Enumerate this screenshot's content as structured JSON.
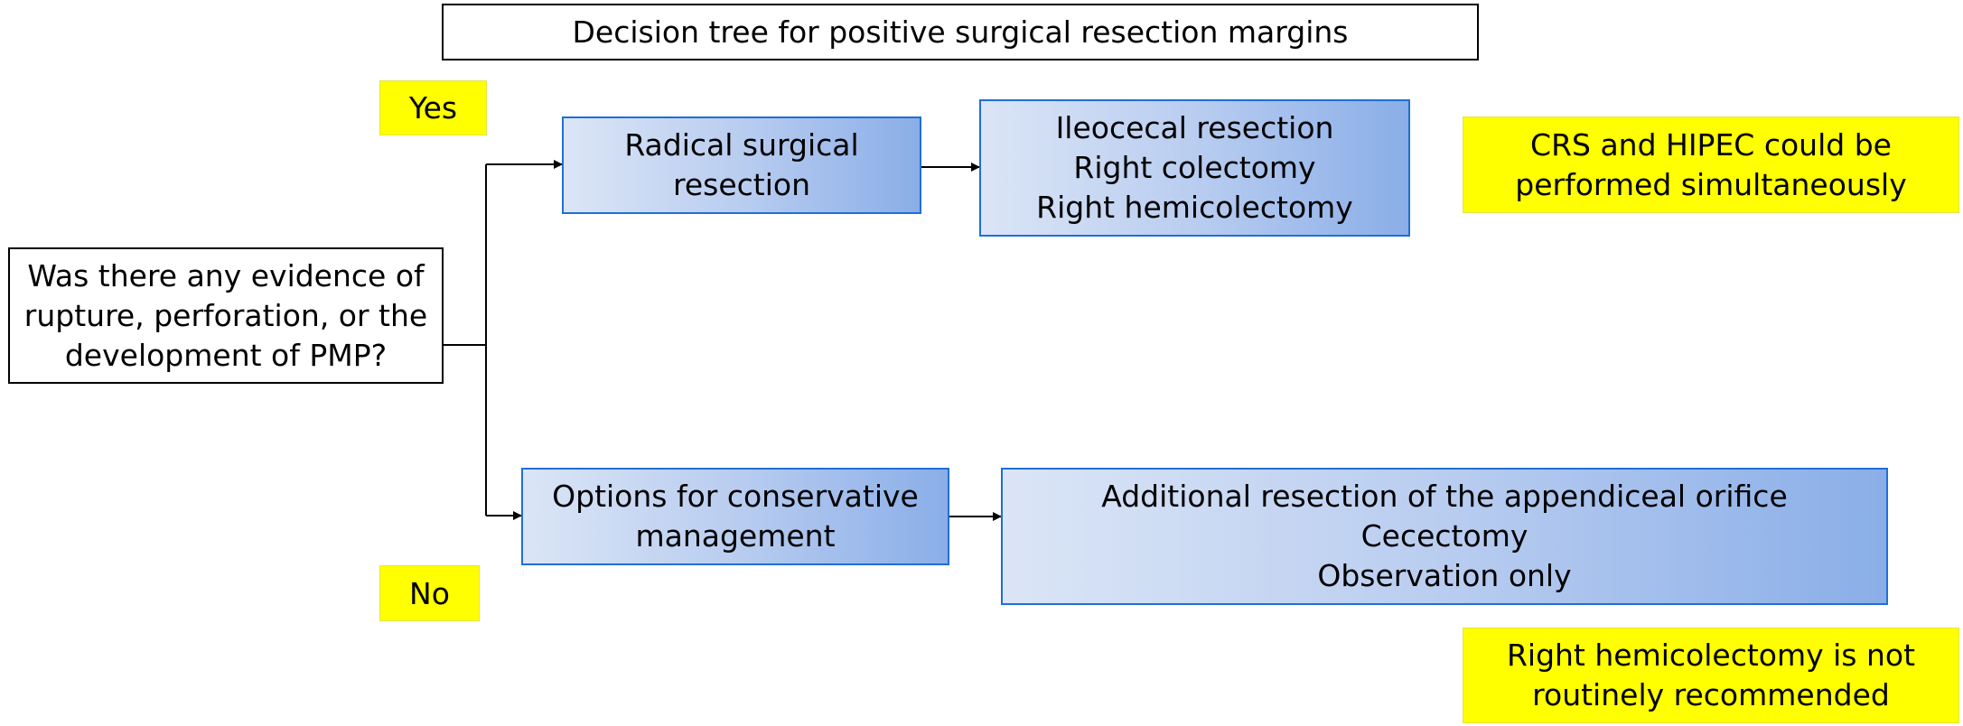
{
  "title": "Decision tree for positive surgical resection margins",
  "question": {
    "lines": [
      "Was there any evidence of",
      "rupture, perforation, or the",
      "development of PMP?"
    ]
  },
  "yes_label": "Yes",
  "no_label": "No",
  "yes_branch": {
    "treatment": {
      "lines": [
        "Radical surgical",
        "resection"
      ]
    },
    "procedures": {
      "lines": [
        "Ileocecal resection",
        "Right colectomy",
        "Right hemicolectomy"
      ]
    },
    "note": {
      "lines": [
        "CRS and HIPEC could be",
        "performed simultaneously"
      ]
    }
  },
  "no_branch": {
    "treatment": {
      "lines": [
        "Options for conservative",
        "management"
      ]
    },
    "procedures": {
      "lines": [
        "Additional resection of the appendiceal orifice",
        "Cecectomy",
        "Observation only"
      ]
    },
    "note": {
      "lines": [
        "Right hemicolectomy is not",
        "routinely recommended"
      ]
    }
  },
  "colors": {
    "box_border": "#1f6fd6",
    "gradient_light": "#dbe5f6",
    "gradient_dark": "#8aaee8",
    "highlight": "#ffff00"
  }
}
